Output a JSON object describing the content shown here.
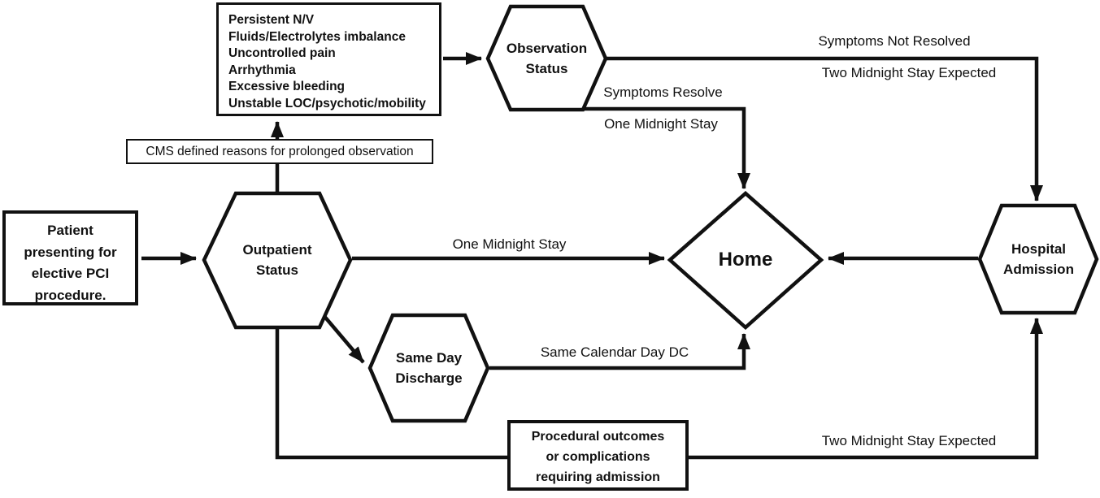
{
  "diagram": {
    "colors": {
      "line": "#111111",
      "background": "#ffffff"
    },
    "nodes": {
      "criteria_box": {
        "lines": [
          "Persistent N/V",
          "Fluids/Electrolytes imbalance",
          "Uncontrolled pain",
          "Arrhythmia",
          "Excessive bleeding",
          "Unstable LOC/psychotic/mobility"
        ]
      },
      "cms_box": {
        "label": "CMS defined reasons for prolonged observation"
      },
      "patient_box": {
        "lines": [
          "Patient",
          "presenting for",
          "elective PCI",
          "procedure."
        ]
      },
      "outpatient_hex": {
        "line1": "Outpatient",
        "line2": "Status"
      },
      "observation_hex": {
        "line1": "Observation",
        "line2": "Status"
      },
      "same_day_hex": {
        "line1": "Same Day",
        "line2": "Discharge"
      },
      "hospital_hex": {
        "line1": "Hospital",
        "line2": "Admission"
      },
      "home_diamond": {
        "label": "Home"
      },
      "procedural_box": {
        "lines": [
          "Procedural outcomes",
          "or complications",
          "requiring admission"
        ]
      }
    },
    "edge_labels": {
      "symptoms_not_resolved": "Symptoms Not Resolved",
      "two_midnight_top": "Two Midnight Stay Expected",
      "symptoms_resolve": "Symptoms Resolve",
      "one_midnight_obs": "One Midnight Stay",
      "one_midnight_outpatient": "One Midnight Stay",
      "same_calendar_day": "Same Calendar Day DC",
      "two_midnight_bottom": "Two Midnight Stay Expected"
    }
  }
}
